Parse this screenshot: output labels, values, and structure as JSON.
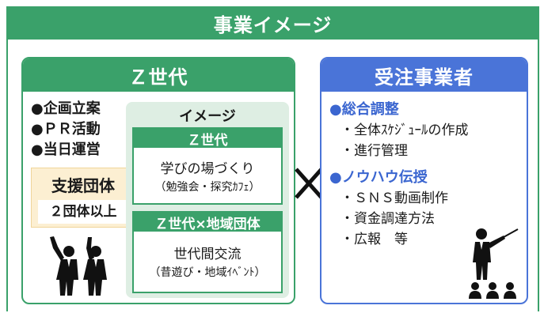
{
  "header": {
    "title": "事業イメージ"
  },
  "z_panel": {
    "title": "Ｚ世代",
    "bullets": [
      "●企画立案",
      "●ＰＲ活動",
      "●当日運営"
    ],
    "support": {
      "name": "支援団体",
      "count": "２団体以上"
    },
    "people_icon": "people-icon",
    "image_box": {
      "title": "イメージ",
      "cards": [
        {
          "head": "Ｚ世代",
          "main": "学びの場づくり",
          "sub": "（勉強会・探究ｶﾌｪ）"
        },
        {
          "head": "Ｚ世代×地域団体",
          "main": "世代間交流",
          "sub": "（昔遊び・地域ｲﾍﾞﾝﾄ）"
        }
      ]
    }
  },
  "cross_symbol": "×",
  "b_panel": {
    "title": "受注事業者",
    "sections": [
      {
        "heading": "●総合調整",
        "items": [
          "・全体ｽｹｼﾞｭｰﾙの作成",
          "・進行管理"
        ]
      },
      {
        "heading": "●ノウハウ伝授",
        "items": [
          "・ＳＮＳ動画制作",
          "・資金調達方法",
          "・広報　等"
        ]
      }
    ],
    "presenter_icon": "presenter-icon"
  },
  "colors": {
    "green": "#3aa16a",
    "blue": "#4a74d8",
    "light_green": "#deeee3",
    "cream": "#fcefd2"
  }
}
